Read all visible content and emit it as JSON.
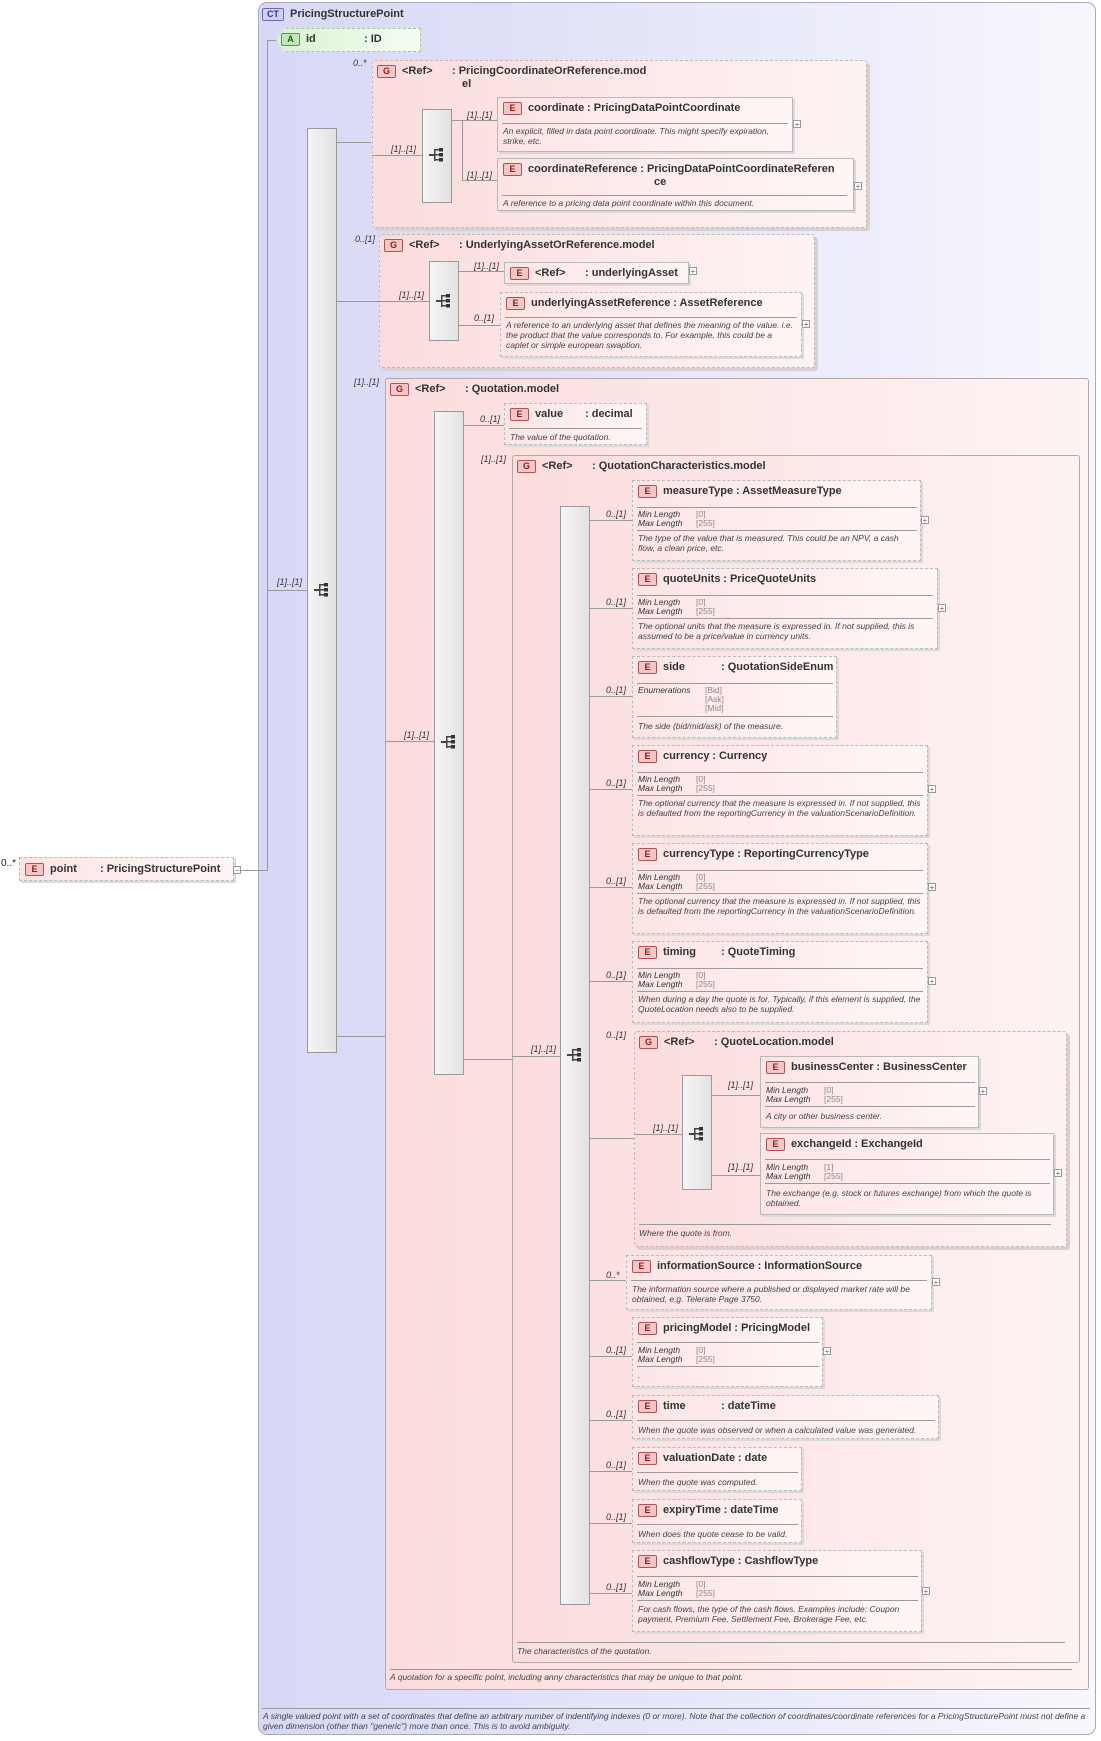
{
  "complex_type": {
    "badge": "CT",
    "title": "PricingStructurePoint",
    "doc": "A single valued point with a set of coordinates that define an arbitrary number of indentifying indexes (0 or more). Note that the collection of coordinates/coordinate references for a PricingStructurePoint must not define a given dimension (other than \"generic\") more than once. This is to avoid ambiguity."
  },
  "root": {
    "badge": "E",
    "name": "point",
    "type": ": PricingStructurePoint",
    "card": "0..*",
    "expander": "−"
  },
  "attribute": {
    "badge": "A",
    "name": "id",
    "type": ": ID"
  },
  "seq_card": "[1]..[1]",
  "g1": {
    "badge": "G",
    "ref": "<Ref>",
    "name": ": PricingCoordinateOrReference.mod",
    "name2": "el",
    "card": "0..*",
    "seq_card": "[1]..[1]",
    "coordinate": {
      "badge": "E",
      "name": "coordinate",
      "type": ": PricingDataPointCoordinate",
      "card": "[1]..[1]",
      "doc": "An explicit, filled in data point coordinate. This might specify expiration, strike, etc."
    },
    "coordinateReference": {
      "badge": "E",
      "name": "coordinateReference",
      "type": ": PricingDataPointCoordinateReferen",
      "type2": "ce",
      "card": "[1]..[1]",
      "doc": "A reference to a pricing data point coordinate within this document."
    }
  },
  "g2": {
    "badge": "G",
    "ref": "<Ref>",
    "name": ": UnderlyingAssetOrReference.model",
    "card": "0..[1]",
    "seq_card": "[1]..[1]",
    "underlyingAsset": {
      "badge": "E",
      "ref": "<Ref>",
      "name": ": underlyingAsset",
      "card": "[1]..[1]"
    },
    "underlyingAssetReference": {
      "badge": "E",
      "name": "underlyingAssetReference",
      "type": ": AssetReference",
      "card": "0..[1]",
      "doc": "A reference to an underlying asset that defines the meaning of the value. i.e. the product that the value corresponds to. For example, this could be a caplet or simple european swaption."
    }
  },
  "g3": {
    "badge": "G",
    "ref": "<Ref>",
    "name": ": Quotation.model",
    "card": "[1]..[1]",
    "seq_card": "[1]..[1]",
    "doc": "A quotation for a specific point, including anny characteristics that may be unique to that point.",
    "value": {
      "badge": "E",
      "name": "value",
      "type": ": decimal",
      "card": "0..[1]",
      "doc": "The value of the quotation."
    },
    "qc": {
      "badge": "G",
      "ref": "<Ref>",
      "name": ": QuotationCharacteristics.model",
      "card": "[1]..[1]",
      "seq_card": "[1]..[1]",
      "doc": "The characteristics of the quotation."
    }
  },
  "labels": {
    "min": "Min Length",
    "max": "Max Length",
    "enum": "Enumerations"
  },
  "elements": [
    {
      "name": "measureType",
      "type": ": AssetMeasureType",
      "card": "0..[1]",
      "min": "[0]",
      "max": "[255]",
      "doc": "The type of the value that is measured. This could be an NPV, a cash flow, a clean price, etc."
    },
    {
      "name": "quoteUnits",
      "type": ": PriceQuoteUnits",
      "card": "0..[1]",
      "min": "[0]",
      "max": "[255]",
      "doc": "The optional units that the measure is expressed in. If not supplied, this is assumed to be a price/value in currency units."
    },
    {
      "name": "side",
      "type": ": QuotationSideEnum",
      "card": "0..[1]",
      "enums": [
        "[Bid]",
        "[Ask]",
        "[Mid]"
      ],
      "doc": "The side (bid/mid/ask) of the measure."
    },
    {
      "name": "currency",
      "type": ": Currency",
      "card": "0..[1]",
      "min": "[0]",
      "max": "[255]",
      "doc": "The optional currency that the measure is expressed in. If not supplied, this is defaulted from the reportingCurrency in the valuationScenarioDefinition."
    },
    {
      "name": "currencyType",
      "type": ": ReportingCurrencyType",
      "card": "0..[1]",
      "min": "[0]",
      "max": "[255]",
      "doc": "The optional currency that the measure is expressed in. If not supplied, this is defaulted from the reportingCurrency in the valuationScenarioDefinition."
    },
    {
      "name": "timing",
      "type": ": QuoteTiming",
      "card": "0..[1]",
      "min": "[0]",
      "max": "[255]",
      "doc": "When during a day the quote is for. Typically, if this element is supplied, the QuoteLocation needs also to be supplied."
    },
    {
      "name": "informationSource",
      "type": ": InformationSource",
      "card": "0..*",
      "doc": "The information source where a published or displayed market rate will be obtained, e.g. Telerate Page 3750."
    },
    {
      "name": "pricingModel",
      "type": ": PricingModel",
      "card": "0..[1]",
      "min": "[0]",
      "max": "[255]",
      "doc": "."
    },
    {
      "name": "time",
      "type": ": dateTime",
      "card": "0..[1]",
      "doc": "When the quote was observed or when a calculated value was generated."
    },
    {
      "name": "valuationDate",
      "type": ": date",
      "card": "0..[1]",
      "doc": "When the quote was computed."
    },
    {
      "name": "expiryTime",
      "type": ": dateTime",
      "card": "0..[1]",
      "doc": "When does the quote cease to be valid."
    },
    {
      "name": "cashflowType",
      "type": ": CashflowType",
      "card": "0..[1]",
      "min": "[0]",
      "max": "[255]",
      "doc": "For cash flows, the type of the cash flows. Examples include: Coupon payment, Premium Fee, Settlement Fee, Brokerage Fee, etc."
    }
  ],
  "ql": {
    "badge": "G",
    "ref": "<Ref>",
    "name": ": QuoteLocation.model",
    "card": "0..[1]",
    "seq_card": "[1]..[1]",
    "doc": "Where the quote is from.",
    "businessCenter": {
      "name": "businessCenter",
      "type": ": BusinessCenter",
      "card": "[1]..[1]",
      "min": "[0]",
      "max": "[255]",
      "doc": "A city or other business center."
    },
    "exchangeId": {
      "name": "exchangeId",
      "type": ": ExchangeId",
      "card": "[1]..[1]",
      "min": "[1]",
      "max": "[255]",
      "doc": "The exchange (e.g. stock or futures exchange) from which the quote is obtained."
    }
  },
  "plus": "+"
}
